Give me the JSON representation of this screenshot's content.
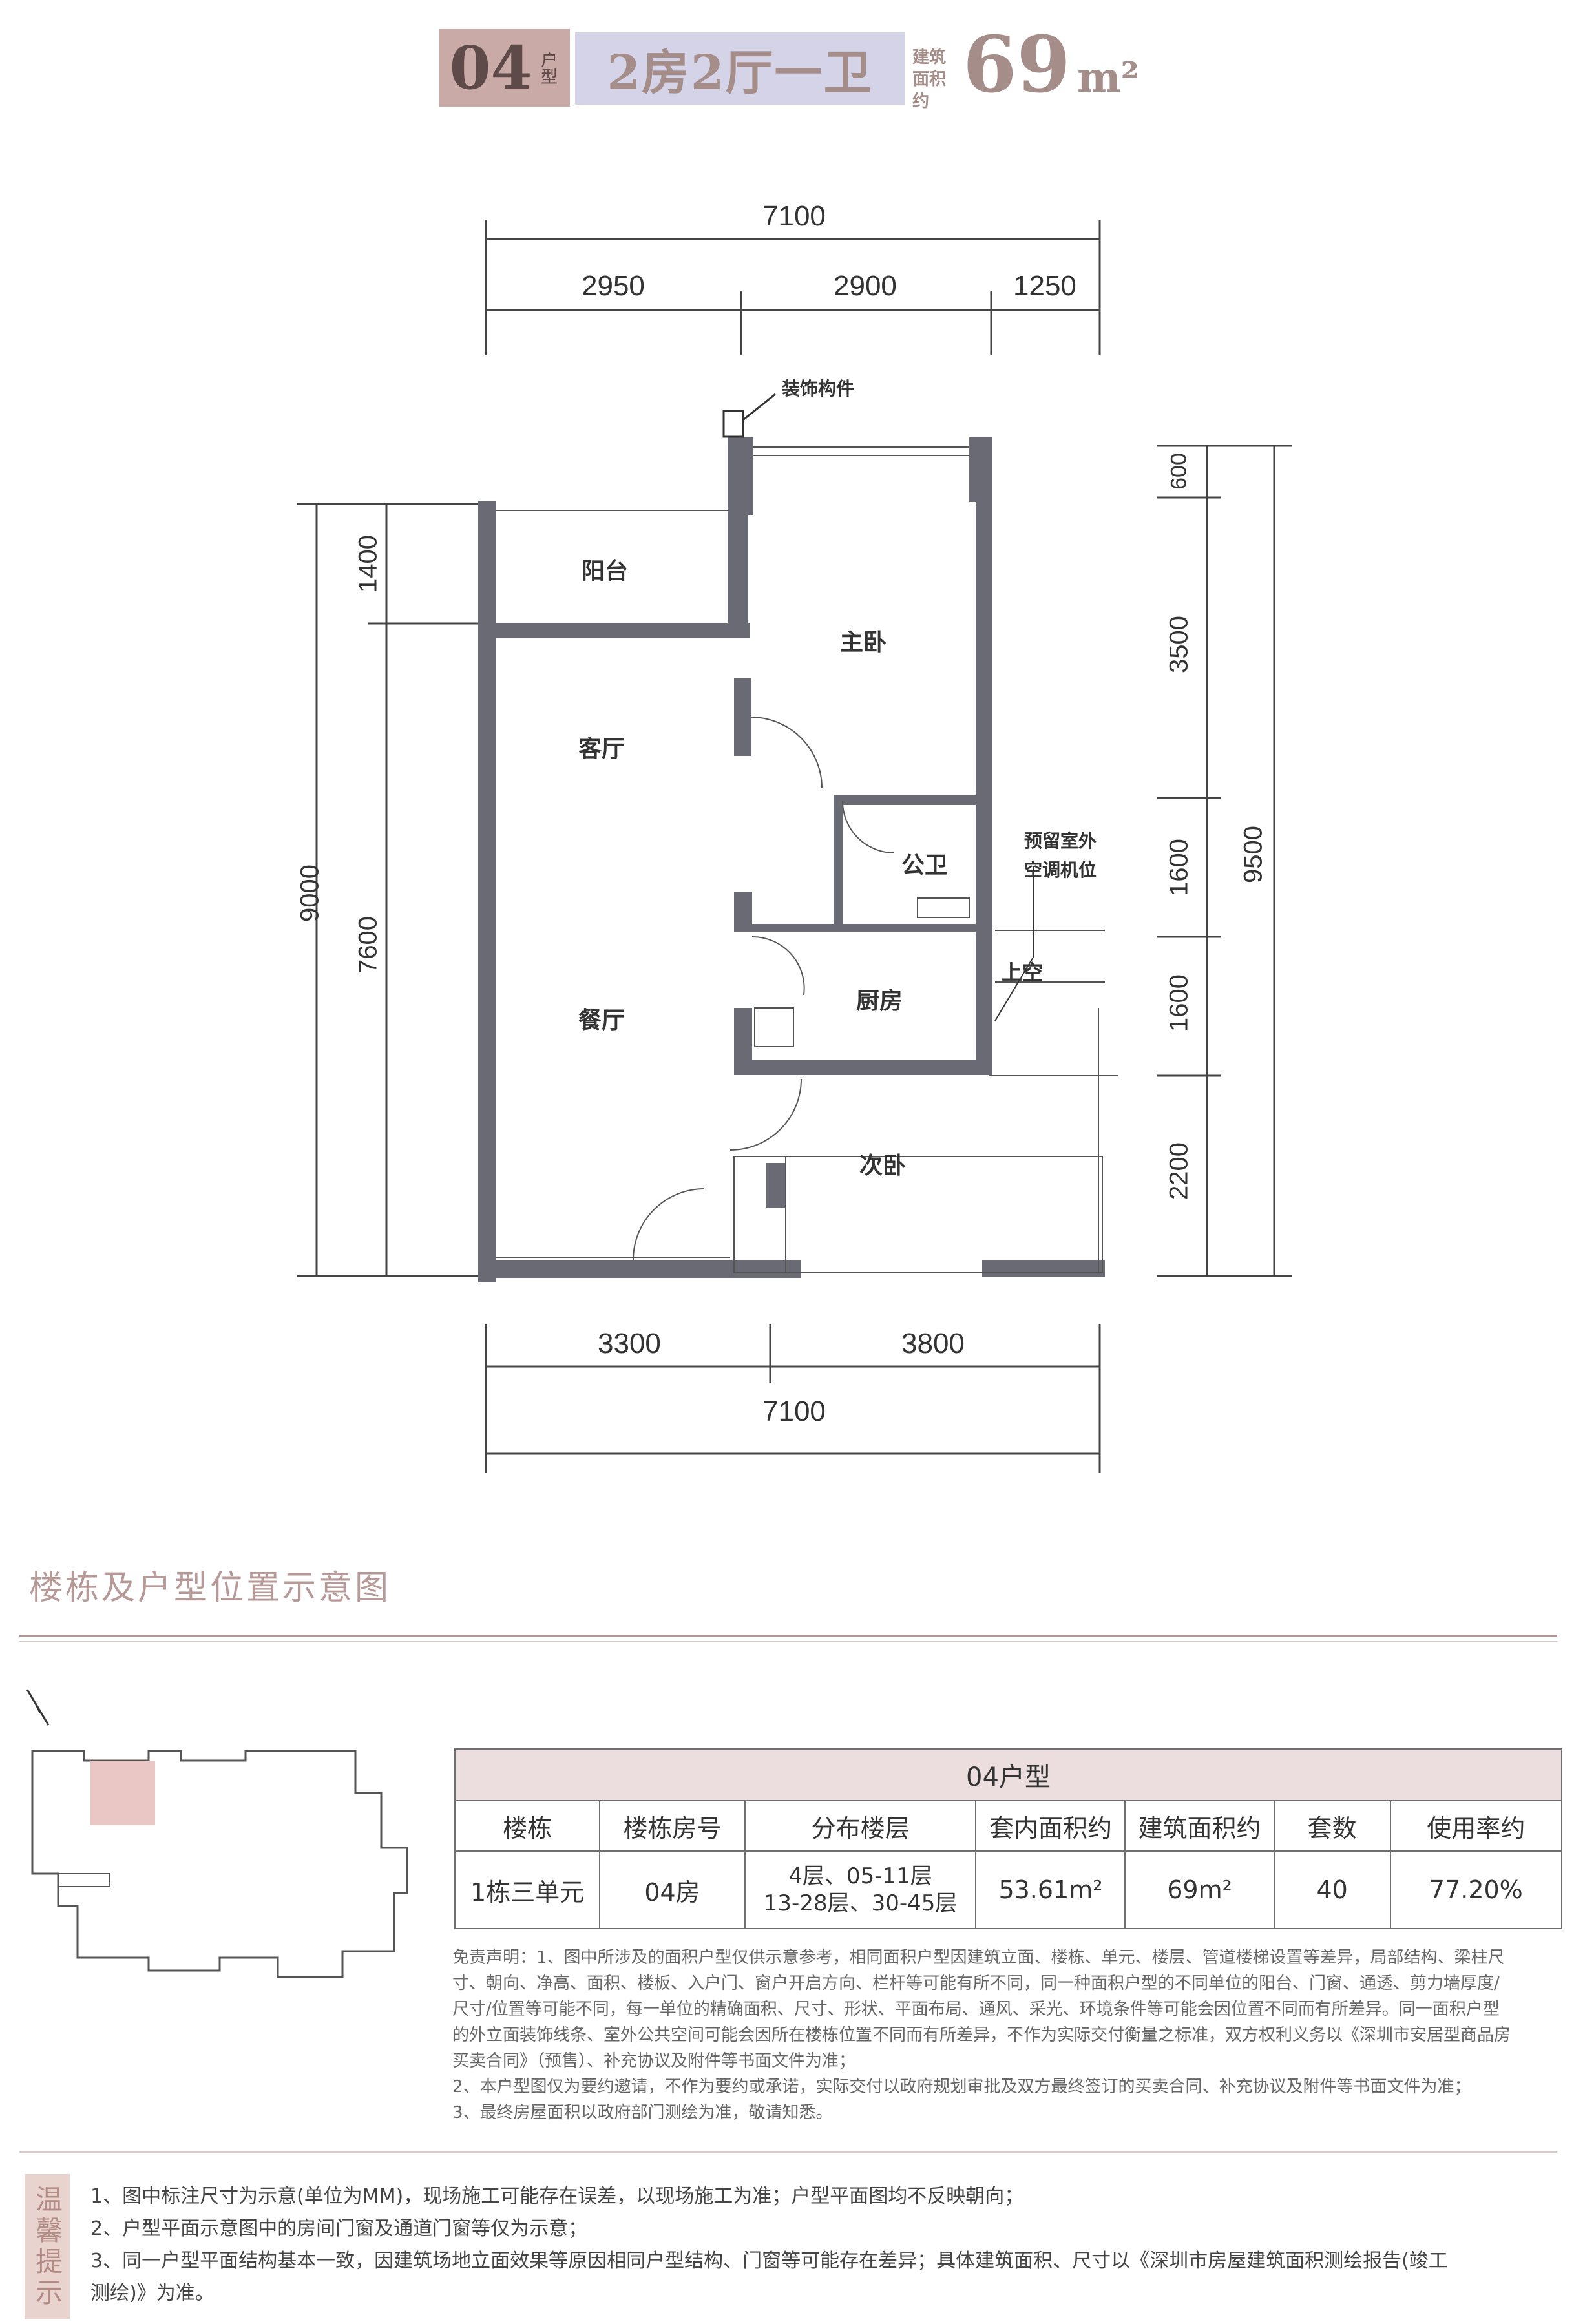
{
  "header": {
    "unit_code": "04",
    "unit_suffix": "户型",
    "layout": "2房2厅一卫",
    "area_label": "建筑面积约",
    "area_value": "69",
    "area_unit": "m²"
  },
  "plan": {
    "dims_top": {
      "total": "7100",
      "seg1": "2950",
      "seg2": "2900",
      "seg3": "1250"
    },
    "dims_bottom": {
      "seg1": "3300",
      "seg2": "3800",
      "total": "7100"
    },
    "dims_left": {
      "total": "9000",
      "seg1": "1400",
      "seg2": "7600"
    },
    "dims_right": {
      "total": "9500",
      "seg1": "600",
      "seg2": "3500",
      "seg3": "1600",
      "seg4": "1600",
      "seg5": "2200"
    },
    "rooms": {
      "balcony": "阳台",
      "master": "主卧",
      "living": "客厅",
      "bath": "公卫",
      "dining": "餐厅",
      "kitchen": "厨房",
      "second": "次卧",
      "void": "上空"
    },
    "notes": {
      "decor": "装饰构件",
      "ac_line1": "预留室外",
      "ac_line2": "空调机位"
    }
  },
  "section": {
    "title": "楼栋及户型位置示意图"
  },
  "table": {
    "title": "04户型",
    "headers": [
      "楼栋",
      "楼栋房号",
      "分布楼层",
      "套内面积约",
      "建筑面积约",
      "套数",
      "使用率约"
    ],
    "row": {
      "building": "1栋三单元",
      "room_no": "04房",
      "floors_line1": "4层、05-11层",
      "floors_line2": "13-28层、30-45层",
      "inner_area": "53.61m²",
      "build_area": "69m²",
      "count": "40",
      "ratio": "77.20%"
    }
  },
  "disclaimer": [
    "免责声明：1、图中所涉及的面积户型仅供示意参考，相同面积户型因建筑立面、楼栋、单元、楼层、管道楼梯设置等差异，局部结构、梁柱尺",
    "寸、朝向、净高、面积、楼板、入户门、窗户开启方向、栏杆等可能有所不同，同一种面积户型的不同单位的阳台、门窗、通透、剪力墙厚度/",
    "尺寸/位置等可能不同，每一单位的精确面积、尺寸、形状、平面布局、通风、采光、环境条件等可能会因位置不同而有所差异。同一面积户型",
    "的外立面装饰线条、室外公共空间可能会因所在楼栋位置不同而有所差异，不作为实际交付衡量之标准，双方权利义务以《深圳市安居型商品房",
    "买卖合同》（预售）、补充协议及附件等书面文件为准；",
    "2、本户型图仅为要约邀请，不作为要约或承诺，实际交付以政府规划审批及双方最终签订的买卖合同、补充协议及附件等书面文件为准；",
    "3、最终房屋面积以政府部门测绘为准，敬请知悉。"
  ],
  "tips": {
    "tag": "温馨提示",
    "lines": [
      "1、图中标注尺寸为示意(单位为MM)，现场施工可能存在误差，以现场施工为准；户型平面图均不反映朝向；",
      "2、户型平面示意图中的房间门窗及通道门窗等仅为示意；",
      "3、同一户型平面结构基本一致，因建筑场地立面效果等原因相同户型结构、门窗等可能存在差异；具体建筑面积、尺寸以《深圳市房屋建筑面积测绘报告(竣工",
      "测绘)》为准。"
    ]
  }
}
